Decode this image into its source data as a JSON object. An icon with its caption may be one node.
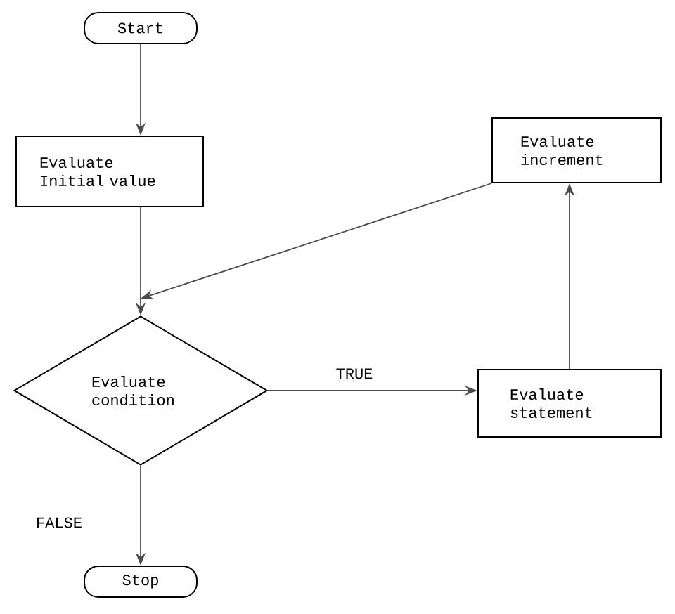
{
  "diagram": {
    "nodes": [
      {
        "text": [
          "Start"
        ]
      },
      {
        "text": [
          "Evaluate Initial value"
        ]
      },
      {
        "text": [
          "Evaluate condition"
        ]
      },
      {
        "text": [
          "Stop"
        ]
      },
      {
        "text": [
          "Evaluate increment"
        ]
      },
      {
        "text": [
          "Evaluate statement"
        ]
      }
    ],
    "edges": [
      {
        "from": 0,
        "to": 1,
        "arrow": "to"
      },
      {
        "from": 1,
        "to": 2,
        "arrow": "to"
      },
      {
        "from": 4,
        "to": 2,
        "arrow": "to"
      },
      {
        "from": 2,
        "to": 5,
        "arrow": "to",
        "label": "TRUE"
      },
      {
        "from": 5,
        "to": 4,
        "arrow": "to"
      },
      {
        "from": 2,
        "to": 3,
        "arrow": "to",
        "label": "FALSE"
      }
    ]
  }
}
